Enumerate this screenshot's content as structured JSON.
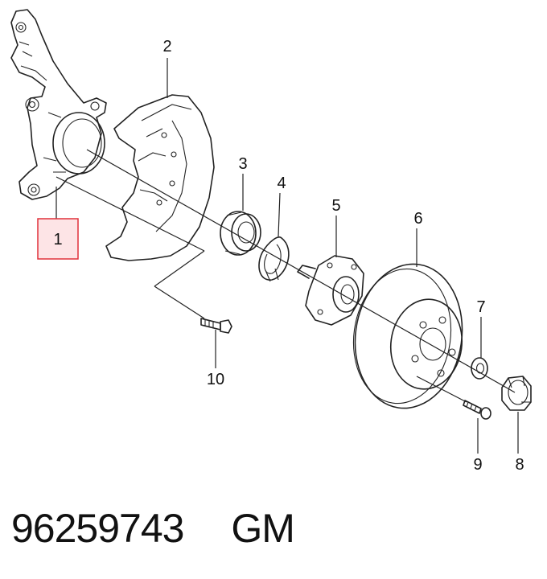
{
  "callouts": [
    "1",
    "2",
    "3",
    "4",
    "5",
    "6",
    "7",
    "8",
    "9",
    "10"
  ],
  "footer": {
    "part_number": "96259743",
    "brand": "GM"
  },
  "colors": {
    "highlight_border": "#e0303a",
    "highlight_fill": "#fde4e6",
    "line": "#222222"
  }
}
